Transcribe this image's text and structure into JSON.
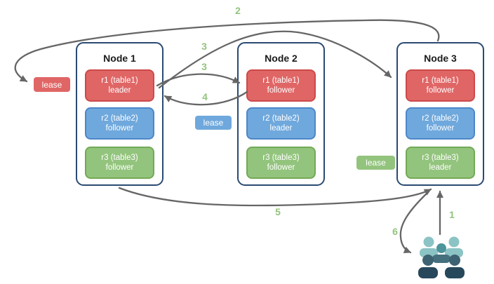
{
  "nodes": [
    {
      "title": "Node 1",
      "replicas": [
        {
          "range": "r1 (table1)",
          "role": "leader",
          "color": "#e06666"
        },
        {
          "range": "r2 (table2)",
          "role": "follower",
          "color": "#6fa8dc"
        },
        {
          "range": "r3 (table3)",
          "role": "follower",
          "color": "#93c47d"
        }
      ]
    },
    {
      "title": "Node 2",
      "replicas": [
        {
          "range": "r1 (table1)",
          "role": "follower",
          "color": "#e06666"
        },
        {
          "range": "r2 (table2)",
          "role": "leader",
          "color": "#6fa8dc"
        },
        {
          "range": "r3 (table3)",
          "role": "follower",
          "color": "#93c47d"
        }
      ]
    },
    {
      "title": "Node 3",
      "replicas": [
        {
          "range": "r1 (table1)",
          "role": "follower",
          "color": "#e06666"
        },
        {
          "range": "r2 (table2)",
          "role": "follower",
          "color": "#6fa8dc"
        },
        {
          "range": "r3 (table3)",
          "role": "leader",
          "color": "#93c47d"
        }
      ]
    }
  ],
  "leases": [
    {
      "label": "lease",
      "color": "#e06666"
    },
    {
      "label": "lease",
      "color": "#6fa8dc"
    },
    {
      "label": "lease",
      "color": "#93c47d"
    }
  ],
  "steps": {
    "s1": "1",
    "s2": "2",
    "s3a": "3",
    "s3b": "3",
    "s4": "4",
    "s5": "5",
    "s6": "6"
  },
  "icons": {
    "users_group": "users-icon (group of person silhouettes)"
  },
  "colors": {
    "red_fill": "#e06666",
    "red_border": "#cc4a4a",
    "blue_fill": "#6fa8dc",
    "blue_border": "#4d87c9",
    "green_fill": "#93c47d",
    "green_border": "#72aa55",
    "node_border": "#2b4a72",
    "arrow": "#666666",
    "step_label": "#93c47d",
    "users_light": "#8cc3c4",
    "users_mid_head": "#4e949b",
    "users_mid_body": "#45707e",
    "users_dark_head": "#3d6272",
    "users_dark_body": "#27485a"
  }
}
